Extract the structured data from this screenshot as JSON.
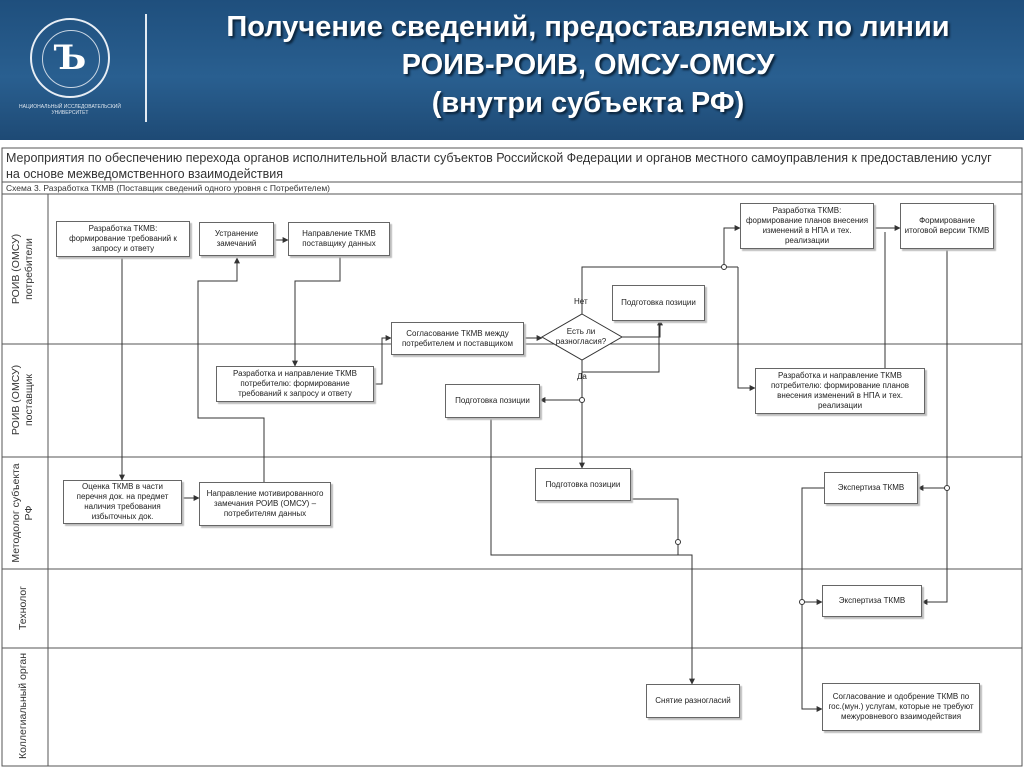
{
  "slide": {
    "title_lines": [
      "Получение сведений, предоставляемых по линии",
      "РОИВ-РОИВ, ОМСУ-ОМСУ",
      "(внутри субъекта РФ)"
    ],
    "logo_caption": "Национальный исследовательский университет"
  },
  "diagram": {
    "heading": "Мероприятия по обеспечению перехода органов исполнительной власти субъектов Российской Федерации и органов местного самоуправления к предоставлению услуг на основе межведомственного взаимодействия",
    "scheme": "Схема 3. Разработка ТКМВ (Поставщик сведений одного уровня с Потребителем)",
    "lanes": [
      "РОИВ (ОМСУ) потребители",
      "РОИВ (ОМСУ) поставщик",
      "Методолог субъекта РФ",
      "Технолог",
      "Коллегиальный орган"
    ],
    "boxes": {
      "b1": "Разработка ТКМВ: формирование требований к запросу и ответу",
      "b2": "Устранение замечаний",
      "b3": "Направление ТКМВ поставщику данных",
      "b4": "Разработка ТКМВ: формирование планов внесения изменений в НПА и тех. реализации",
      "b5": "Формирование итоговой версии ТКМВ",
      "b6": "Подготовка позиции",
      "b7": "Согласование ТКМВ между потребителем и поставщиком",
      "b8": "Разработка и направление ТКМВ потребителю: формирование требований к запросу и ответу",
      "b9": "Подготовка позиции",
      "b10": "Разработка и направление ТКМВ потребителю: формирование планов внесения изменений в НПА и тех. реализации",
      "b11": "Оценка ТКМВ в части перечня док. на предмет наличия требования избыточных док.",
      "b12": "Направление мотивированного замечания РОИВ (ОМСУ) – потребителям данных",
      "b13": "Подготовка позиции",
      "b14": "Экспертиза ТКМВ",
      "b15": "Экспертиза ТКМВ",
      "b16": "Снятие разногласий",
      "b17": "Согласование и одобрение ТКМВ по гос.(мун.) услугам, которые не требуют межуровневого взаимодействия"
    },
    "decision": {
      "text": "Есть ли разногласия?",
      "no": "Нет",
      "yes": "Да"
    }
  }
}
